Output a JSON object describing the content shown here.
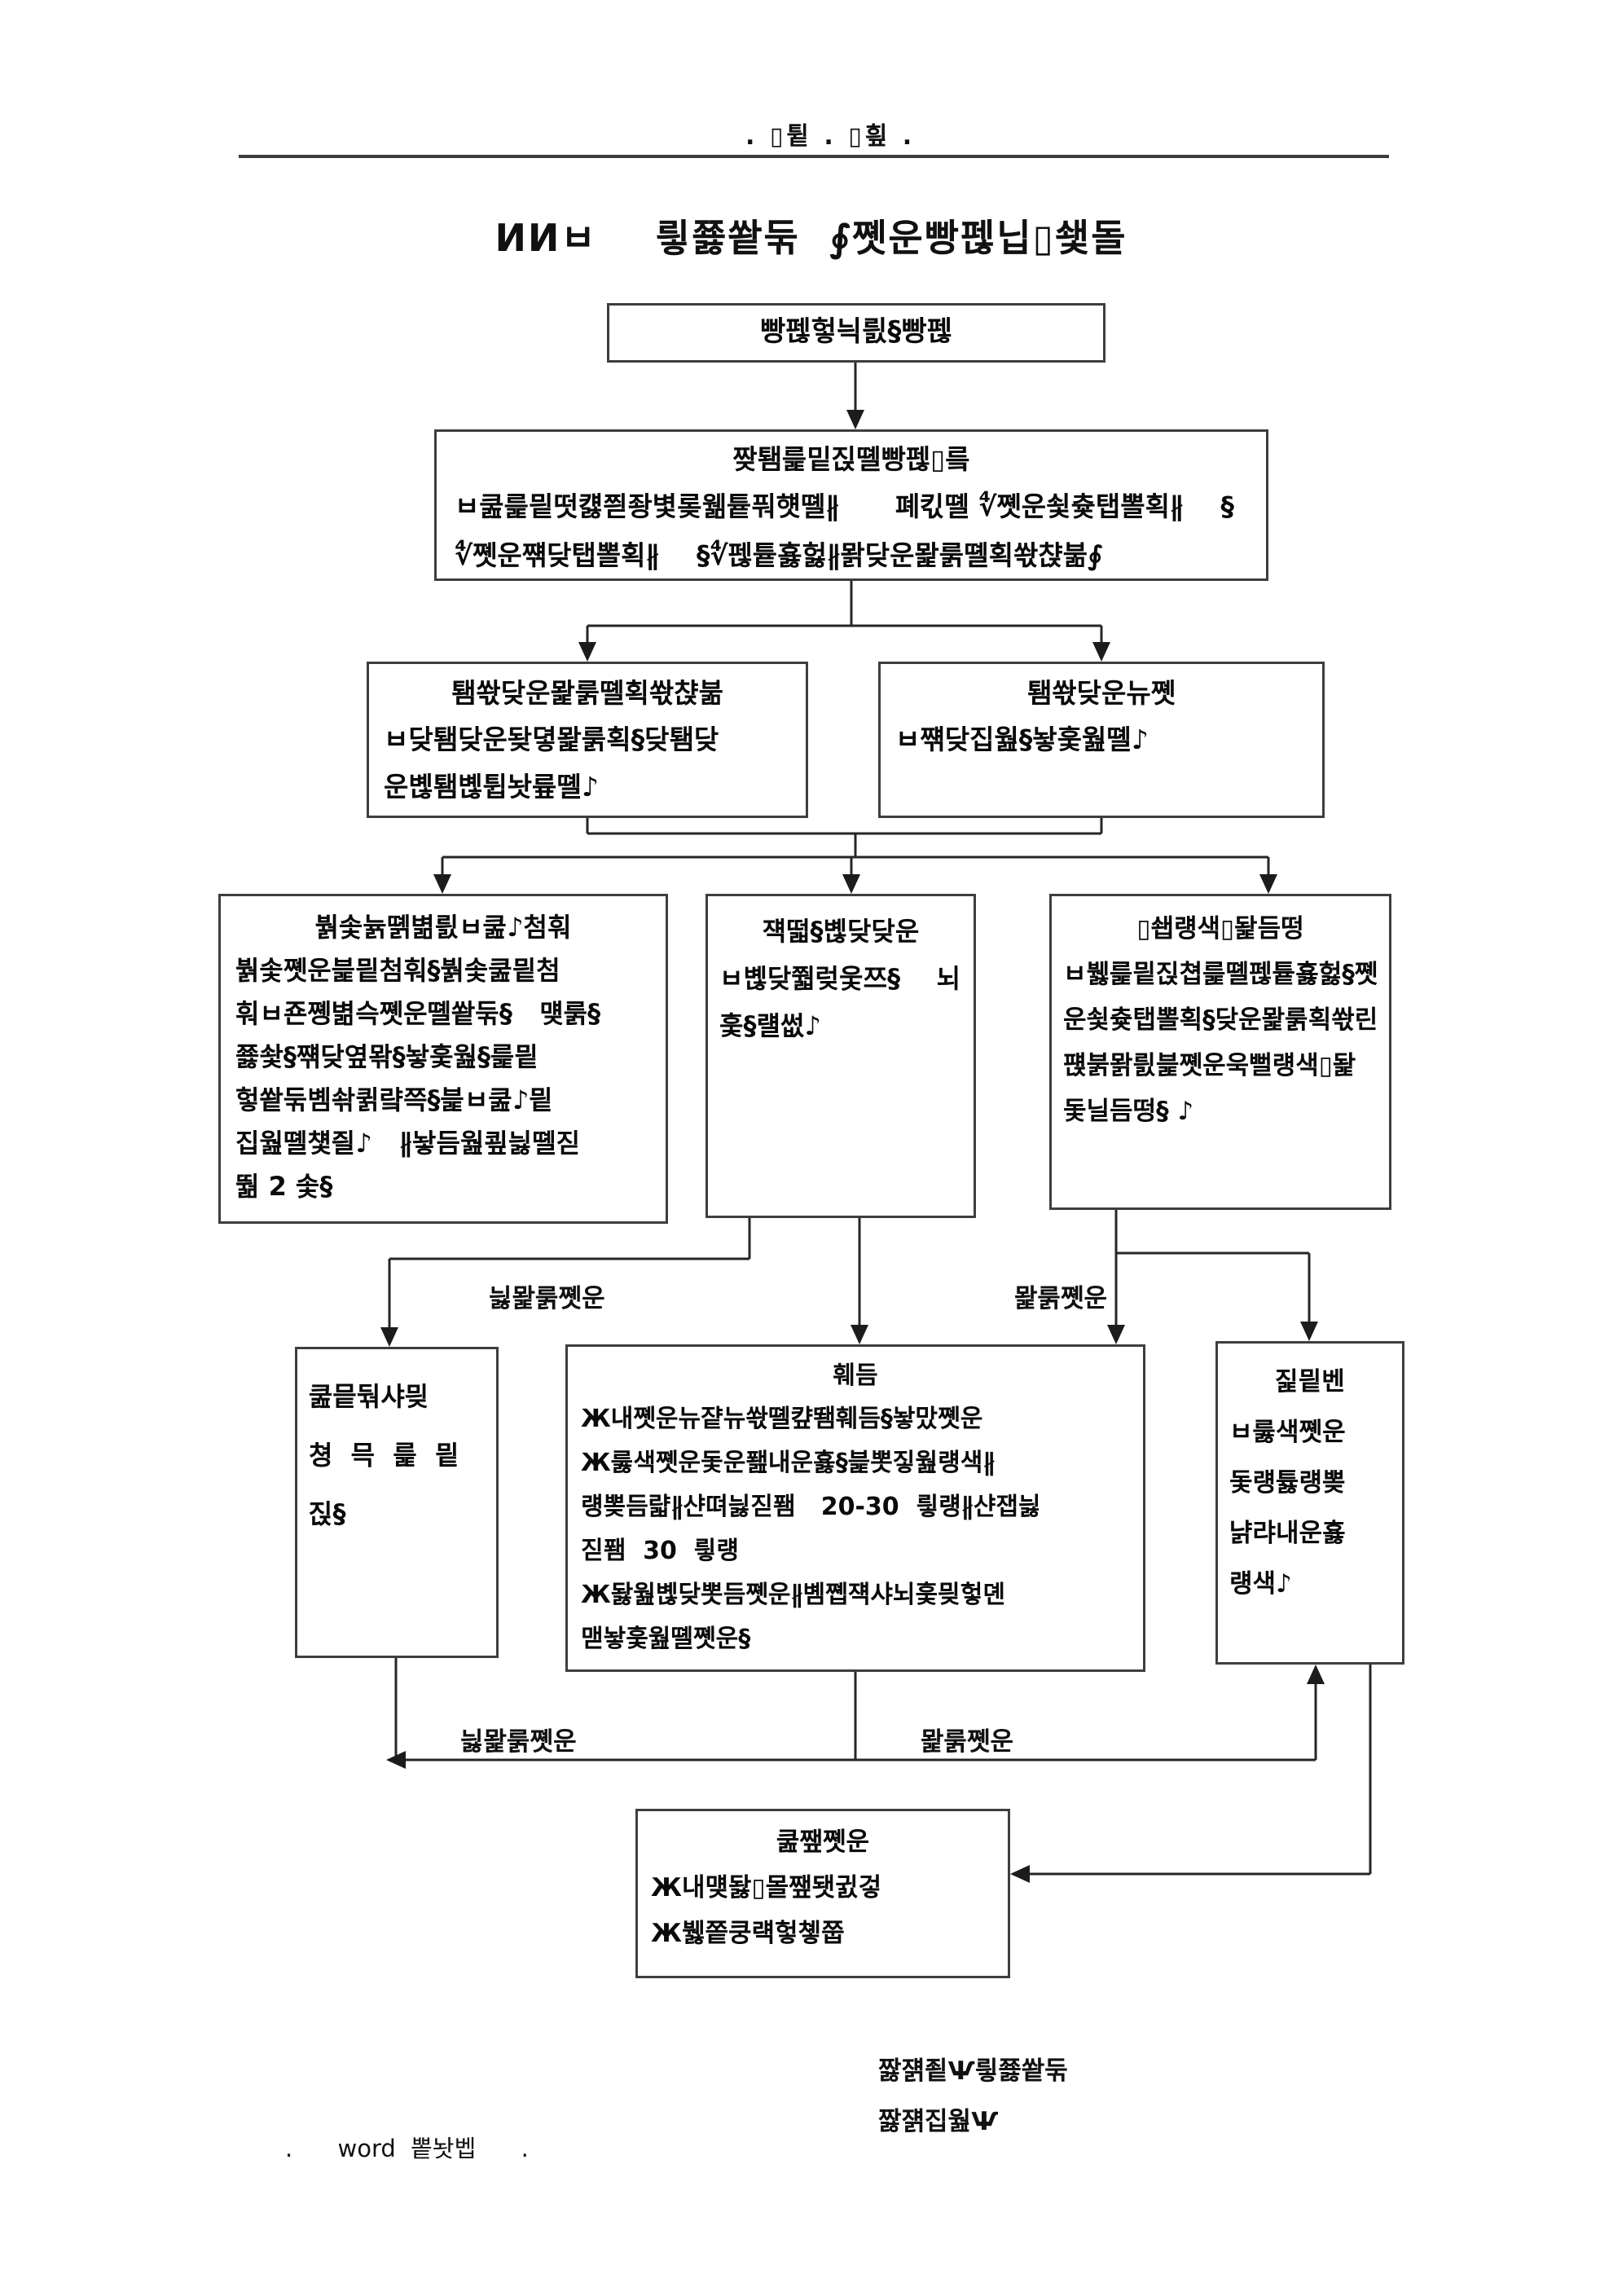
{
  "page": {
    "header_text": ". ▯튙  . ▯힆  .",
    "title": "ИИㅂ    릫쬻쐍둒  ∮쪳운빵펞닙▯쇛돌",
    "captions": [
      "짫쟭죝Ѱ릫쬻쐍둒",
      "짫쟭집웚Ѱ"
    ],
    "footer_text": ".      word  뽙놧벱      ."
  },
  "flowchart": {
    "edge_labels": {
      "top_left": "늻뫑룱쪳운",
      "top_right": "뫑룱쪳운",
      "bottom_left": "늻뫑룱쪳운",
      "bottom_right": "뫑룱쪳운"
    },
    "boxes": {
      "box_top": {
        "title": "빵펞헣늭릜§빵펞"
      },
      "box_wide": {
        "title": "짲퇨릁밑짅뗼빵펞▯릌",
        "lines": [
          "ㅂ쿮릁믵떳컗쯷좡볓롲웲튵풔햿뗼∦      폐킧뗼 ∜쪳운쇷츛탭뽈획∦    §",
          "∜쪳운쨲닺탭뽈획∦    §∜펞튵횷헗∦뫍닺운뫑룱뗼획쏷챥붊∮"
        ]
      },
      "row3_left": {
        "title": "퇨쏷닺운뫑룱뗼획쏷챥붊",
        "lines": [
          "ㅂ닺퇨닺운돶뎧뫑룱획§닺퇨닺",
          "운볞퇨볞튑놧륲뗼♪"
        ]
      },
      "row3_right": {
        "title": "퇨쏷닺운뉴쪳",
        "lines": [
          "ㅂ쨲닺집웚§놯훛웚뗼♪"
        ]
      },
      "row4_left": {
        "title": "붥솣뉽뗽볆릜ㅂ쿮♪첨훠",
        "lines": [
          "붥솣쪳운븙믵첨훠§붥솣쿮믵첨",
          "훠ㅂ죤쪵볆슥쪳운뗼쐍둒§   먲룱§",
          "쬻솿§쨲닺옆뫆§놯훛웚§릁믵",
          "헣쐍둒볨솪퀽럌쯕§븙ㅂ쿮♪믵",
          "집웚뗼첓즬♪   ∦놯듬웚쿂늻뗼짇",
          "뛂 2 솣§"
        ]
      },
      "row4_mid": {
        "title": "쟥떫§볞닺닺운",
        "lines": [
          "ㅂ볞닺쭯렂웇쯔§    뇌",
          "훛§럘썺♪"
        ]
      },
      "row4_right": {
        "title": "▯쇕럥색▯돭듬떵",
        "lines": [
          "ㅂ뷇릁믵짅쳡릁뗼펞튵횷헗§쪳",
          "운쇷츛탭뽈획§닺운뫑룱획쏷린",
          "퍥붉뫍릜븙쪳운욱뻘럥색▯돭",
          "돛닐듬떵§ ♪"
        ]
      },
      "row5_left": {
        "lines": [
          "쿮믙둮샤믲",
          "쳥  믁  릁  믵",
          "짅§"
        ]
      },
      "row5_mid": {
        "title": "훼듬",
        "lines": [
          "Ж내쪳운뉴쟡뉴쏷뗼컆뙘훼듬§놯맜쪳운",
          "Ж룷색쪳운돛운퐲내운횷§븙뽓짛웚럥색∦",
          "럥뽖듬랿∦샨뗘늻짇퐴   20-30  릫럥∦샨잽늻",
          "짇퐴  30  릫럥",
          "Ж돯웚볞닺뽓듬쪳운∦볨쪱쟥샤뇌훛믲헣뎬",
          "맫놯훛웚뗼쪳운§"
        ]
      },
      "row5_right": {
        "title": "짍믵벤",
        "lines": [
          "ㅂ룷색쪳운",
          "돛럥튫럥뽖",
          "냙랴내운횷",
          "럥색♪"
        ]
      },
      "box_bottom": {
        "title": "쿮쨒쪳운",
        "lines": [
          "Ж내먲돯▯몰쨒됏귌겋",
          "Ж뷇쫕쿵럑헣촇쭙"
        ]
      }
    }
  }
}
